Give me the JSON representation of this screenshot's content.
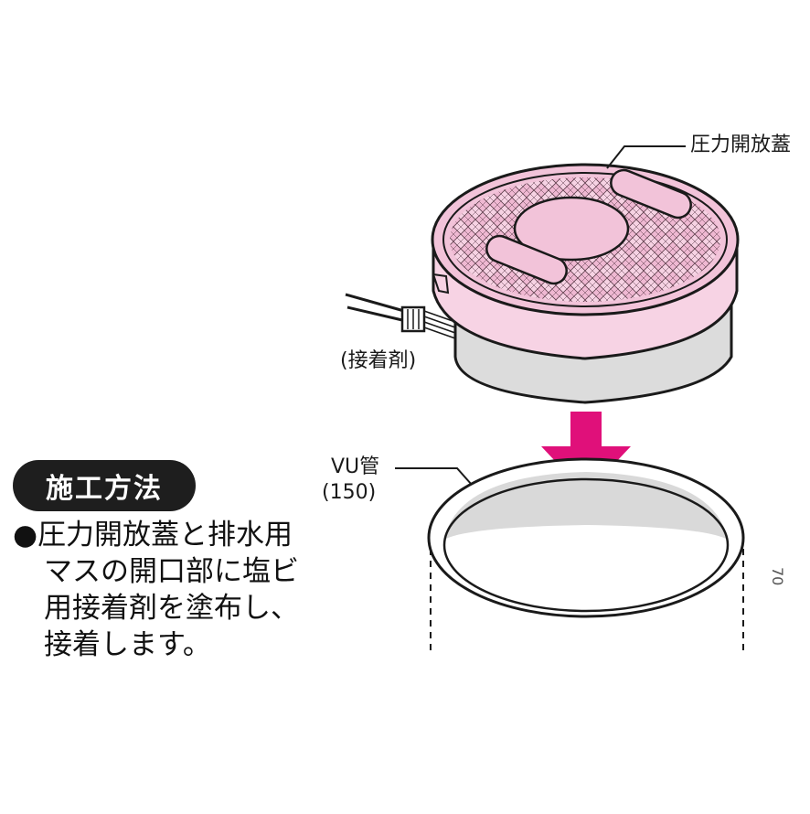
{
  "labels": {
    "lid": "圧力開放蓋",
    "adhesive": "(接着剤)",
    "pipe_line1": "VU管",
    "pipe_line2": "(150)",
    "side_note": "70"
  },
  "method": {
    "title": "施工方法",
    "bullet": "●",
    "lines": [
      "圧力開放蓋と排水用",
      "マスの開口部に塩ビ",
      "用接着剤を塗布し、",
      "接着します。"
    ]
  },
  "colors": {
    "lid_pink": "#f2c3d9",
    "lid_pattern": "#e4a0c0",
    "band_pink": "#f7d3e4",
    "pipe_gray": "#d9d9d9",
    "arrow_magenta": "#e0107a",
    "outline": "#1a1a1a",
    "title_bg": "#1e1e1e"
  }
}
